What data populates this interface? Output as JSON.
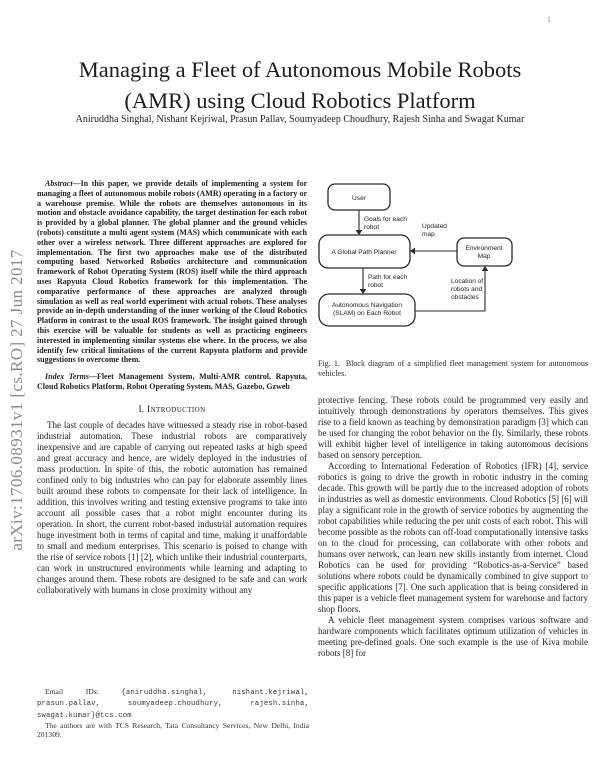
{
  "header": {
    "page_number": "1"
  },
  "sidebar": {
    "arxiv_label": "arXiv:1706.08931v1  [cs.RO]  27 Jun 2017"
  },
  "title": {
    "line1": "Managing a Fleet of Autonomous Mobile Robots",
    "line2": "(AMR) using Cloud Robotics Platform"
  },
  "authors": "Aniruddha Singhal, Nishant Kejriwal, Prasun Pallav, Soumyadeep Choudhury, Rajesh Sinha and Swagat Kumar",
  "abstract": {
    "lead": "Abstract",
    "text": "—In this paper, we provide details of implementing a system for managing a fleet of autonomous mobile robots (AMR) operating in a factory or a warehouse premise. While the robots are themselves autonomous in its motion and obstacle avoidance capability, the target destination for each robot is provided by a global planner. The global planner and the ground vehicles (robots) constitute a multi agent system (MAS) which communicate with each other over a wireless network. Three different approaches are explored for implementation. The first two approaches make use of the distributed computing based Networked Robotics architecture and communication framework of Robot Operating System (ROS) itself while the third approach uses Rapyuta Cloud Robotics framework for this implementation. The comparative performance of these approaches are analyzed through simulation as well as real world experiment with actual robots. These analyses provide an in-depth understanding of the inner working of the Cloud Robotics Platform in contrast to the usual ROS framework. The insight gained through this exercise will be valuable for students as well as practicing engineers interested in implementing similar systems else where. In the process, we also identify few critical limitations of the current Rapyuta platform and provide suggestions to overcome them."
  },
  "index_terms": {
    "lead": "Index Terms",
    "text": "—Fleet Management System, Multi-AMR control, Rapyuta, Cloud Robotics Platform, Robot Operating System, MAS, Gazebo, Gzweb"
  },
  "section1": {
    "number": "I.",
    "name": "Introduction"
  },
  "left_column": {
    "para1": "The last couple of decades have witnessed a steady rise in robot-based industrial automation. These industrial robots are comparatively inexpensive and are capable of carrying out repeated tasks at high speed and great accuracy and hence, are widely deployed in the industries of mass production. In spite of this, the robotic automation has remained confined only to big industries who can pay for elaborate assembly lines built around these robots to compensate for their lack of intelligence. In addition, this involves writing and testing extensive programs to take into account all possible cases that a robot might encounter during its operation. In short, the current robot-based industrial automation requires huge investment both in terms of capital and time, making it unaffordable to small and medium enterprises. This scenario is poised to change with the rise of service robots [1] [2], which unlike their industrial counterparts, can work in unstructured environments while learning and adapting to changes around them. These robots are designed to be safe and can work collaboratively with humans in close proximity without any"
  },
  "right_column": {
    "para1_continuation": "protective fencing. These robots could be programmed very easily and intuitively through demonstrations by operators themselves. This gives rise to a field known as teaching by demonstration paradigm [3] which can be used for changing the robot behavior on the fly. Similarly, these robots will exhibit higher level of intelligence in taking autonomous decisions based on sensory perception.",
    "para2": "According to International Federation of Robotics (IFR) [4], service robotics is going to drive the growth in robotic industry in the coming decade. This growth will be partly due to the increased adoption of robots in industries as well as domestic environments. Cloud Robotics [5] [6] will play a significant role in the growth of service robotics by augmenting the robot capabilities while reducing the per unit costs of each robot. This will become possible as the robots can off-load computationally intensive tasks on to the cloud for processing, can collaborate with other robots and humans over network, can learn new skills instantly from internet. Cloud Robotics can be used for providing “Robotics-as-a-Service” based solutions where robots could be dynamically combined to give support to specific applications [7]. One such application that is being considered in this paper is a vehicle fleet management system for warehouse and factory shop floors.",
    "para3": "A vehicle fleet management system comprises various software and hardware components which facilitates optimum utilization of vehicles in meeting pre-defined goals. One such example is the use of Kiva mobile robots [8] for"
  },
  "figure": {
    "caption_label": "Fig. 1.",
    "caption_text": "Block diagram of a simplified fleet management system for autonomous vehicles.",
    "boxes": {
      "user": {
        "line1": "User"
      },
      "planner": {
        "line1": "A Global Path Planner"
      },
      "env": {
        "line1": "Environment",
        "line2": "Map"
      },
      "nav": {
        "line1": "Autonomous Navigation",
        "line2": "(SLAM) on Each Robot"
      }
    },
    "edge_labels": {
      "goals": {
        "l1": "Goals for each",
        "l2": "robot"
      },
      "updated": {
        "l1": "Updated",
        "l2": "map"
      },
      "path": {
        "l1": "Path for each",
        "l2": "robot"
      },
      "location": {
        "l1": "Location of",
        "l2": "robots and",
        "l3": "obstacles"
      }
    }
  },
  "footnote": {
    "email_label": "Email IDs:",
    "emails": "{aniruddha.singhal, nishant.kejriwal, prasun.pallav, soumyadeep.choudhury, rajesh.sinha, swagat.kumar}@tcs.com",
    "affiliation": "The authors are with TCS Research, Tata Consultancy Services, New Delhi, India 201309."
  }
}
